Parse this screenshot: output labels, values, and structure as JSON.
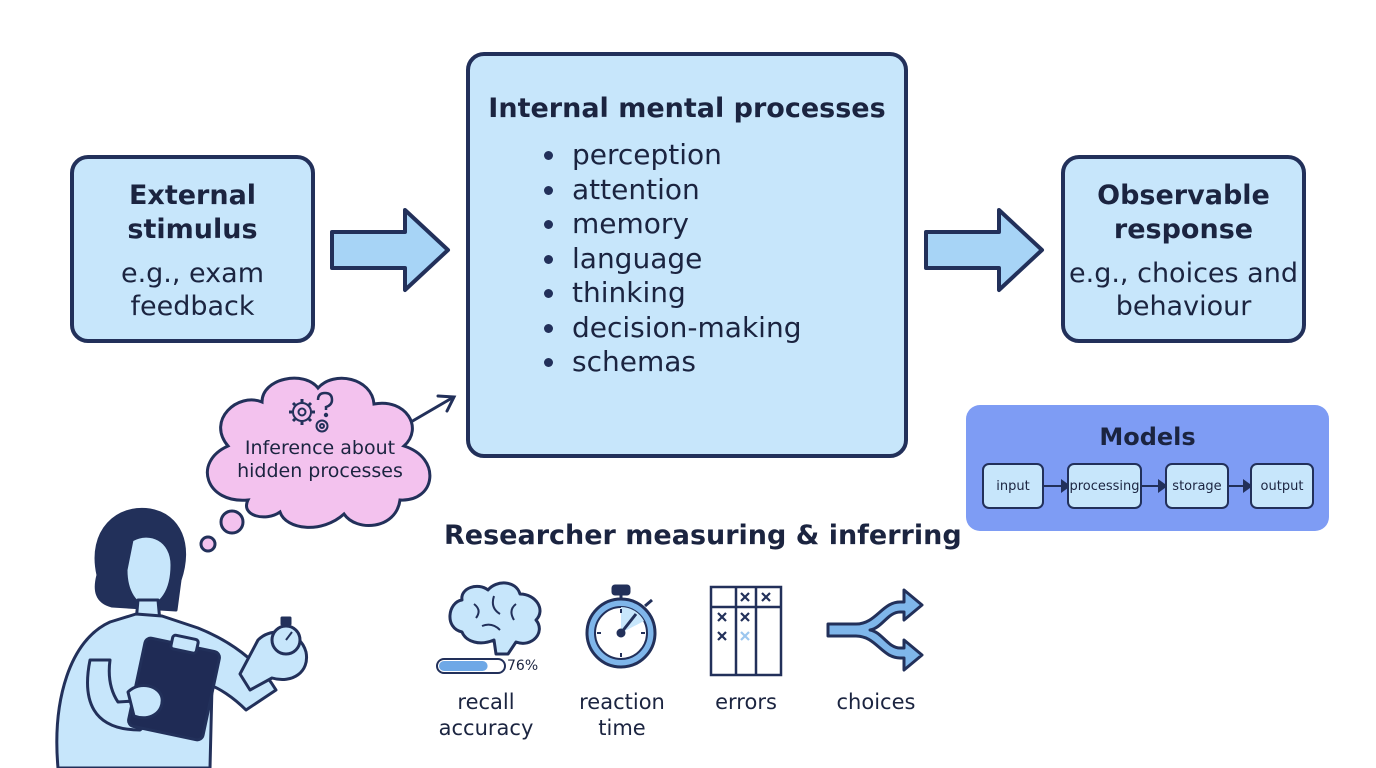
{
  "stimulus": {
    "title": "External stimulus",
    "example": "e.g., exam feedback"
  },
  "processes": {
    "title": "Internal mental processes",
    "items": [
      "perception",
      "attention",
      "memory",
      "language",
      "thinking",
      "decision-making",
      "schemas"
    ]
  },
  "response": {
    "title": "Observable response",
    "example": "e.g., choices and behaviour"
  },
  "models": {
    "title": "Models",
    "steps": [
      "input",
      "processing",
      "storage",
      "output"
    ]
  },
  "inference": {
    "text": "Inference about hidden processes"
  },
  "research": {
    "title": "Researcher measuring & inferring",
    "measures": [
      {
        "label": "recall accuracy",
        "icon": "brain-icon"
      },
      {
        "label": "reaction time",
        "icon": "stopwatch-icon"
      },
      {
        "label": "errors",
        "icon": "error-grid-icon"
      },
      {
        "label": "choices",
        "icon": "split-arrow-icon"
      }
    ],
    "recall_percent": 76,
    "recall_percent_label": "76%"
  },
  "colors": {
    "box_fill": "#c7e6fb",
    "outline": "#22305a",
    "arrow_fill": "#a7d4f6",
    "models_fill": "#7e9cf4",
    "cloud_fill": "#f3c2ee",
    "icon_blue": "#7fb6ea"
  }
}
